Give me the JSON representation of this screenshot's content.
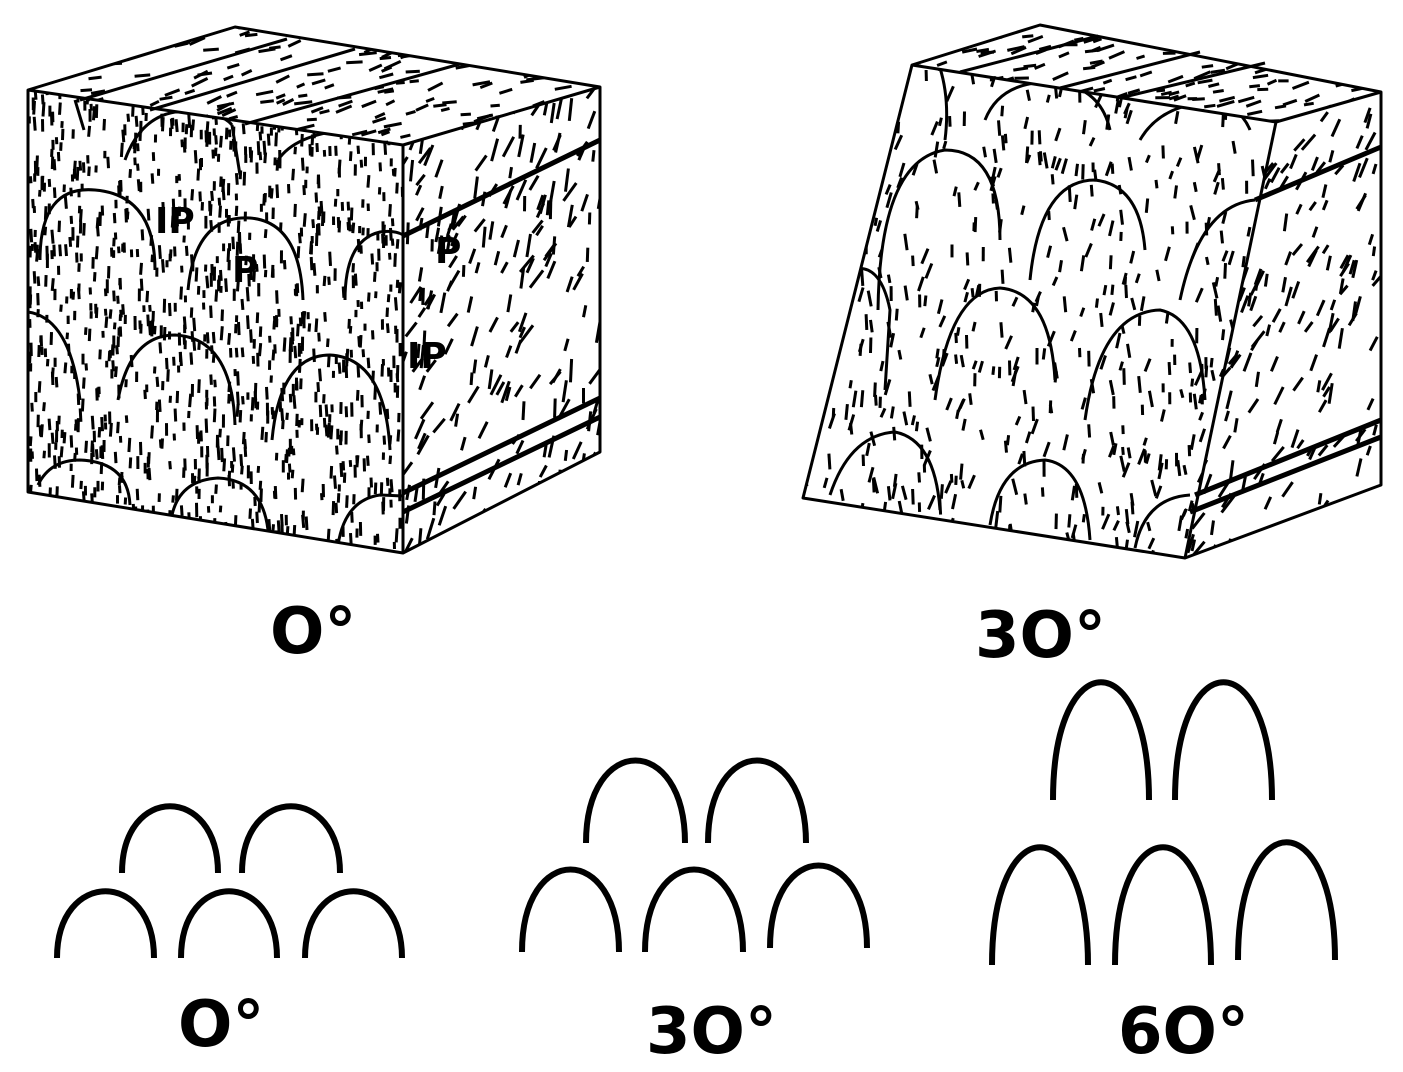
{
  "block_0": {
    "angle_label": "O°",
    "annotations": [
      {
        "text": "IP",
        "face": "front"
      },
      {
        "text": "P",
        "face": "front"
      },
      {
        "text": "P",
        "face": "side"
      },
      {
        "text": "IP",
        "face": "side"
      }
    ]
  },
  "block_30": {
    "angle_label": "3O°"
  },
  "schematics": [
    {
      "angle_label": "O°"
    },
    {
      "angle_label": "3O°"
    },
    {
      "angle_label": "6O°"
    }
  ]
}
